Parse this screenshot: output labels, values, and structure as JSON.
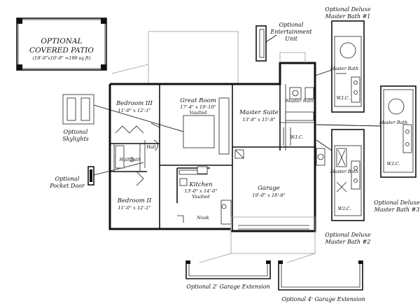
{
  "title": "",
  "rooms": {
    "great_room": {
      "name": "Great Room",
      "dims": "17'-4\" x 19'-10\"",
      "note": "Vaulted"
    },
    "master_suite": {
      "name": "Master Suite",
      "dims": "13'-8\" x 15'-8\""
    },
    "bedroom3": {
      "name": "Bedroom III",
      "dims": "11'-0\" x 12'-1\""
    },
    "bedroom2": {
      "name": "Bedroom II",
      "dims": "11'-0\" x 12'-1\""
    },
    "kitchen": {
      "name": "Kitchen",
      "dims": "13'-0\" x 14'-6\"",
      "note": "Vaulted"
    },
    "garage": {
      "name": "Garage",
      "dims": "19'-0\" x 18'-8\""
    },
    "hall": "Hall",
    "hall_bath": "Hall Bath",
    "master_bath": "Master Bath",
    "wic": "W.I.C.",
    "nook": "Nook"
  },
  "options": {
    "patio_title_line1": "OPTIONAL",
    "patio_title_line2": "COVERED PATIO",
    "patio_dims": "(19'-0\"x10'-0\" =190 sq ft)",
    "entertainment_line1": "Optional",
    "entertainment_line2": "Entertainment",
    "entertainment_line3": "Unit",
    "skylights_line1": "Optional",
    "skylights_line2": "Skylights",
    "pocket_line1": "Optional",
    "pocket_line2": "Pocket Door",
    "mb1_line1": "Optional Deluxe",
    "mb1_line2": "Master Bath #1",
    "mb2_line1": "Optional Deluxe",
    "mb2_line2": "Master Bath #2",
    "mb3_line1": "Optional Deluxe",
    "mb3_line2": "Master Bath #3",
    "garage2": "Optional 2' Garage Extension",
    "garage4": "Optional 4' Garage Extension"
  }
}
